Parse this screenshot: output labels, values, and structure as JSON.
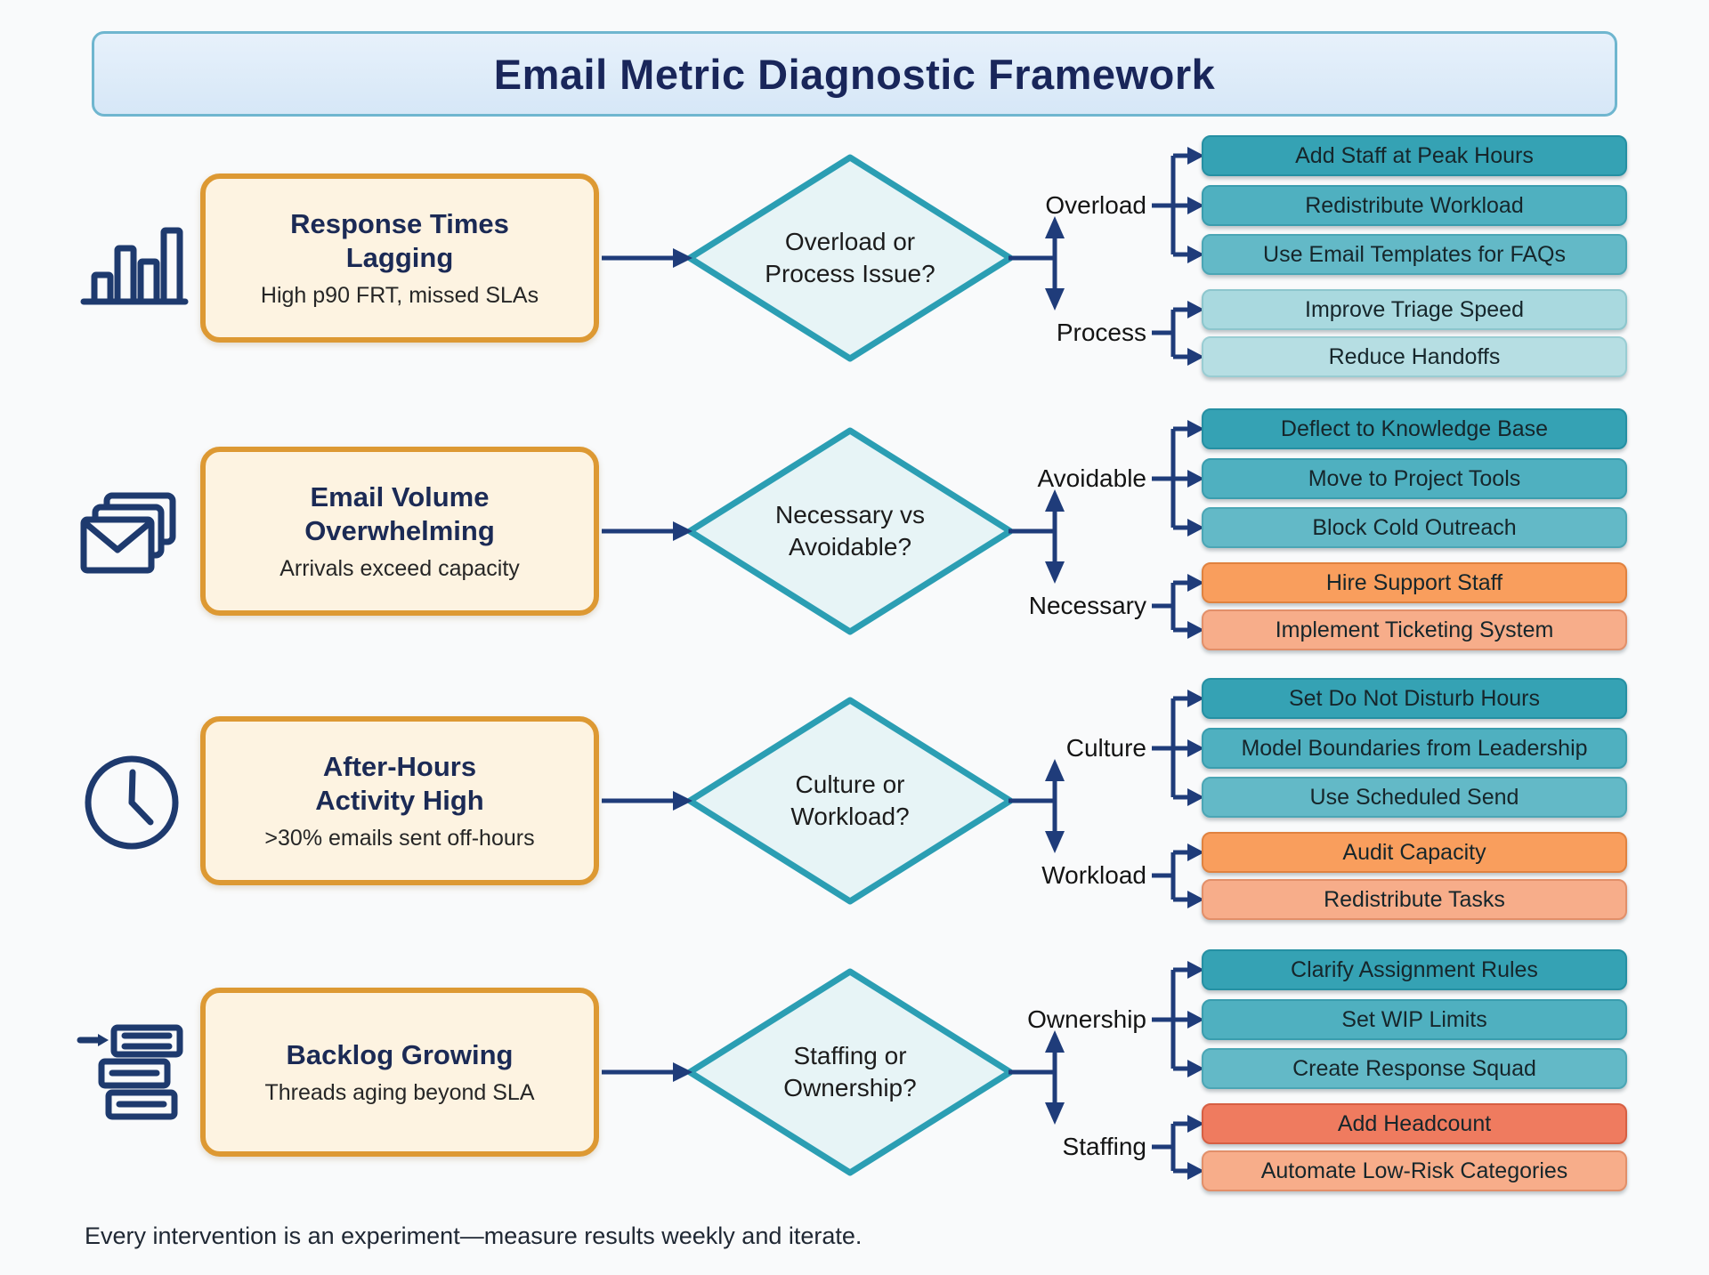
{
  "title": "Email Metric Diagnostic Framework",
  "footer": "Every intervention is an experiment—measure results weekly and iterate.",
  "colors": {
    "connector_navy": "#1f3c7a",
    "diamond_border": "#2b9eb3",
    "diamond_fill": "#e7f4f6",
    "problem_border": "#dd9933",
    "problem_fill": "#fdf3e1",
    "title_fill": "#dceafa",
    "title_border": "#6fb6cf",
    "teal_dark": "#35a2b4",
    "teal_mid": "#4fb0c0",
    "teal_light": "#63b9c7",
    "teal_pale": "#a9d9df",
    "teal_paler": "#b6dee3",
    "orange": "#f99e5d",
    "salmon": "#f7ad8a",
    "coral": "#ef7b5f"
  },
  "rows": [
    {
      "icon": "bar-chart-icon",
      "problem": {
        "title_line1": "Response Times",
        "title_line2": "Lagging",
        "subtitle": "High p90 FRT, missed SLAs"
      },
      "question": {
        "line1": "Overload or",
        "line2": "Process Issue?"
      },
      "branches": [
        {
          "label": "Overload",
          "actions": [
            "Add Staff at Peak Hours",
            "Redistribute Workload",
            "Use Email Templates for FAQs"
          ]
        },
        {
          "label": "Process",
          "actions": [
            "Improve Triage Speed",
            "Reduce Handoffs"
          ]
        }
      ]
    },
    {
      "icon": "envelopes-icon",
      "problem": {
        "title_line1": "Email Volume",
        "title_line2": "Overwhelming",
        "subtitle": "Arrivals exceed capacity"
      },
      "question": {
        "line1": "Necessary vs",
        "line2": "Avoidable?"
      },
      "branches": [
        {
          "label": "Avoidable",
          "actions": [
            "Deflect to Knowledge Base",
            "Move to Project Tools",
            "Block Cold Outreach"
          ]
        },
        {
          "label": "Necessary",
          "actions": [
            "Hire Support Staff",
            "Implement Ticketing System"
          ]
        }
      ]
    },
    {
      "icon": "clock-icon",
      "problem": {
        "title_line1": "After-Hours",
        "title_line2": "Activity High",
        "subtitle": ">30% emails sent off-hours"
      },
      "question": {
        "line1": "Culture or",
        "line2": "Workload?"
      },
      "branches": [
        {
          "label": "Culture",
          "actions": [
            "Set Do Not Disturb Hours",
            "Model Boundaries from Leadership",
            "Use Scheduled Send"
          ]
        },
        {
          "label": "Workload",
          "actions": [
            "Audit Capacity",
            "Redistribute Tasks"
          ]
        }
      ]
    },
    {
      "icon": "backlog-icon",
      "problem": {
        "title_line1": "Backlog Growing",
        "title_line2": "",
        "subtitle": "Threads aging beyond SLA"
      },
      "question": {
        "line1": "Staffing or",
        "line2": "Ownership?"
      },
      "branches": [
        {
          "label": "Ownership",
          "actions": [
            "Clarify Assignment Rules",
            "Set WIP Limits",
            "Create Response Squad"
          ]
        },
        {
          "label": "Staffing",
          "actions": [
            "Add Headcount",
            "Automate Low-Risk Categories"
          ]
        }
      ]
    }
  ]
}
